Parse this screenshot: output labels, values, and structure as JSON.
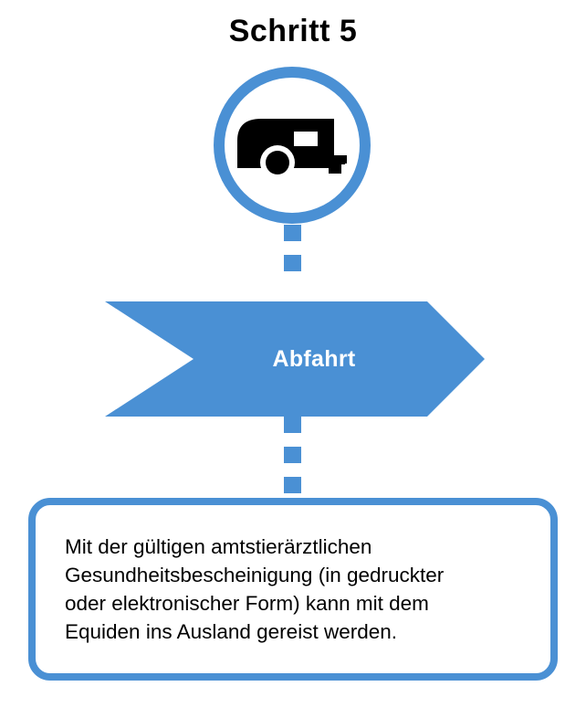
{
  "page": {
    "title": "Schritt 5",
    "background_color": "#ffffff",
    "accent_color": "#4A90D4",
    "text_color": "#000000"
  },
  "icon": {
    "name": "caravan-trailer-icon",
    "circle_stroke_color": "#4A90D4",
    "glyph_color": "#000000",
    "glyph_fill": "#ffffff"
  },
  "connectors": {
    "top": {
      "dash_count": 2,
      "color": "#4A90D4"
    },
    "bottom": {
      "dash_count": 3,
      "color": "#4A90D4"
    }
  },
  "banner": {
    "label": "Abfahrt",
    "fill_color": "#4A90D4",
    "label_color": "#ffffff"
  },
  "info_box": {
    "border_color": "#4A90D4",
    "background_color": "#ffffff",
    "text": "Mit der gültigen amtstierärztlichen\nGesundheitsbescheinigung (in gedruckter\noder elektronischer Form) kann mit dem\nEquiden ins Ausland gereist werden."
  }
}
